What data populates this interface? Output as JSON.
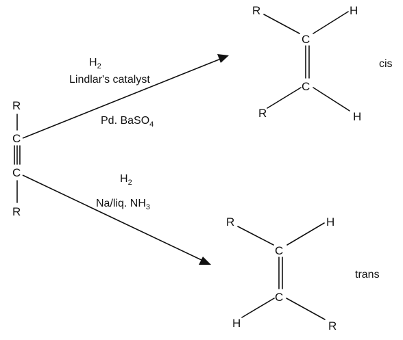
{
  "reactant": {
    "top_r": "R",
    "top_c": "C",
    "bottom_c": "C",
    "bottom_r": "R"
  },
  "upper_reaction": {
    "reagent_h2": "H",
    "reagent_h2_sub": "2",
    "catalyst": "Lindlar's catalyst",
    "support_main": "Pd. BaSO",
    "support_sub": "4"
  },
  "lower_reaction": {
    "reagent_h2": "H",
    "reagent_h2_sub": "2",
    "conditions_main": "Na/liq. NH",
    "conditions_sub": "3"
  },
  "cis_product": {
    "top_left": "R",
    "top_right": "H",
    "top_c": "C",
    "bottom_c": "C",
    "bottom_left": "R",
    "bottom_right": "H",
    "label": "cis"
  },
  "trans_product": {
    "top_left": "R",
    "top_right": "H",
    "top_c": "C",
    "bottom_c": "C",
    "bottom_left": "H",
    "bottom_right": "R",
    "label": "trans"
  }
}
